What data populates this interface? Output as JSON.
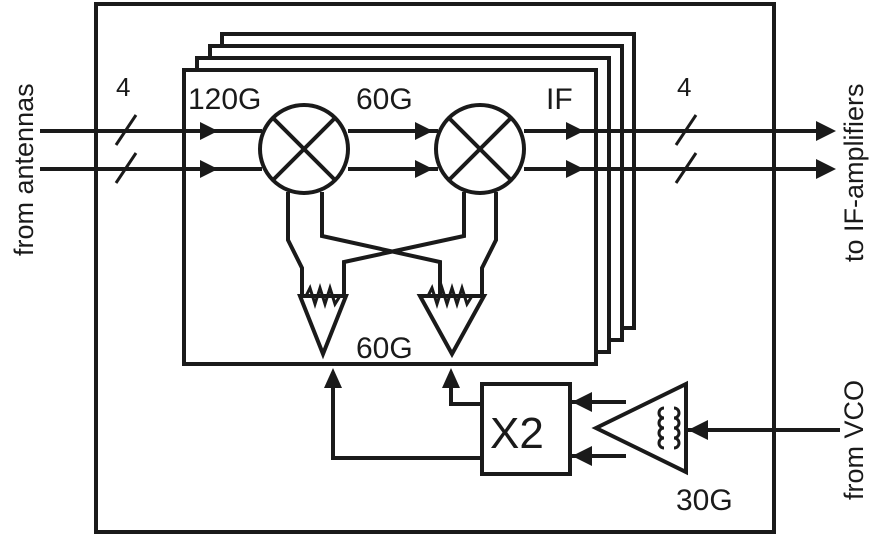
{
  "labels": {
    "from_antennas": "from antennas",
    "to_if_amplifiers": "to IF-amplifiers",
    "from_vco": "from VCO",
    "count_left": "4",
    "count_right": "4",
    "freq_120g": "120G",
    "freq_60g_top": "60G",
    "freq_if": "IF",
    "freq_60g_bottom": "60G",
    "doubler": "X2",
    "freq_30g": "30G"
  },
  "colors": {
    "ink": "#1a1a1a",
    "background": "#ffffff"
  }
}
